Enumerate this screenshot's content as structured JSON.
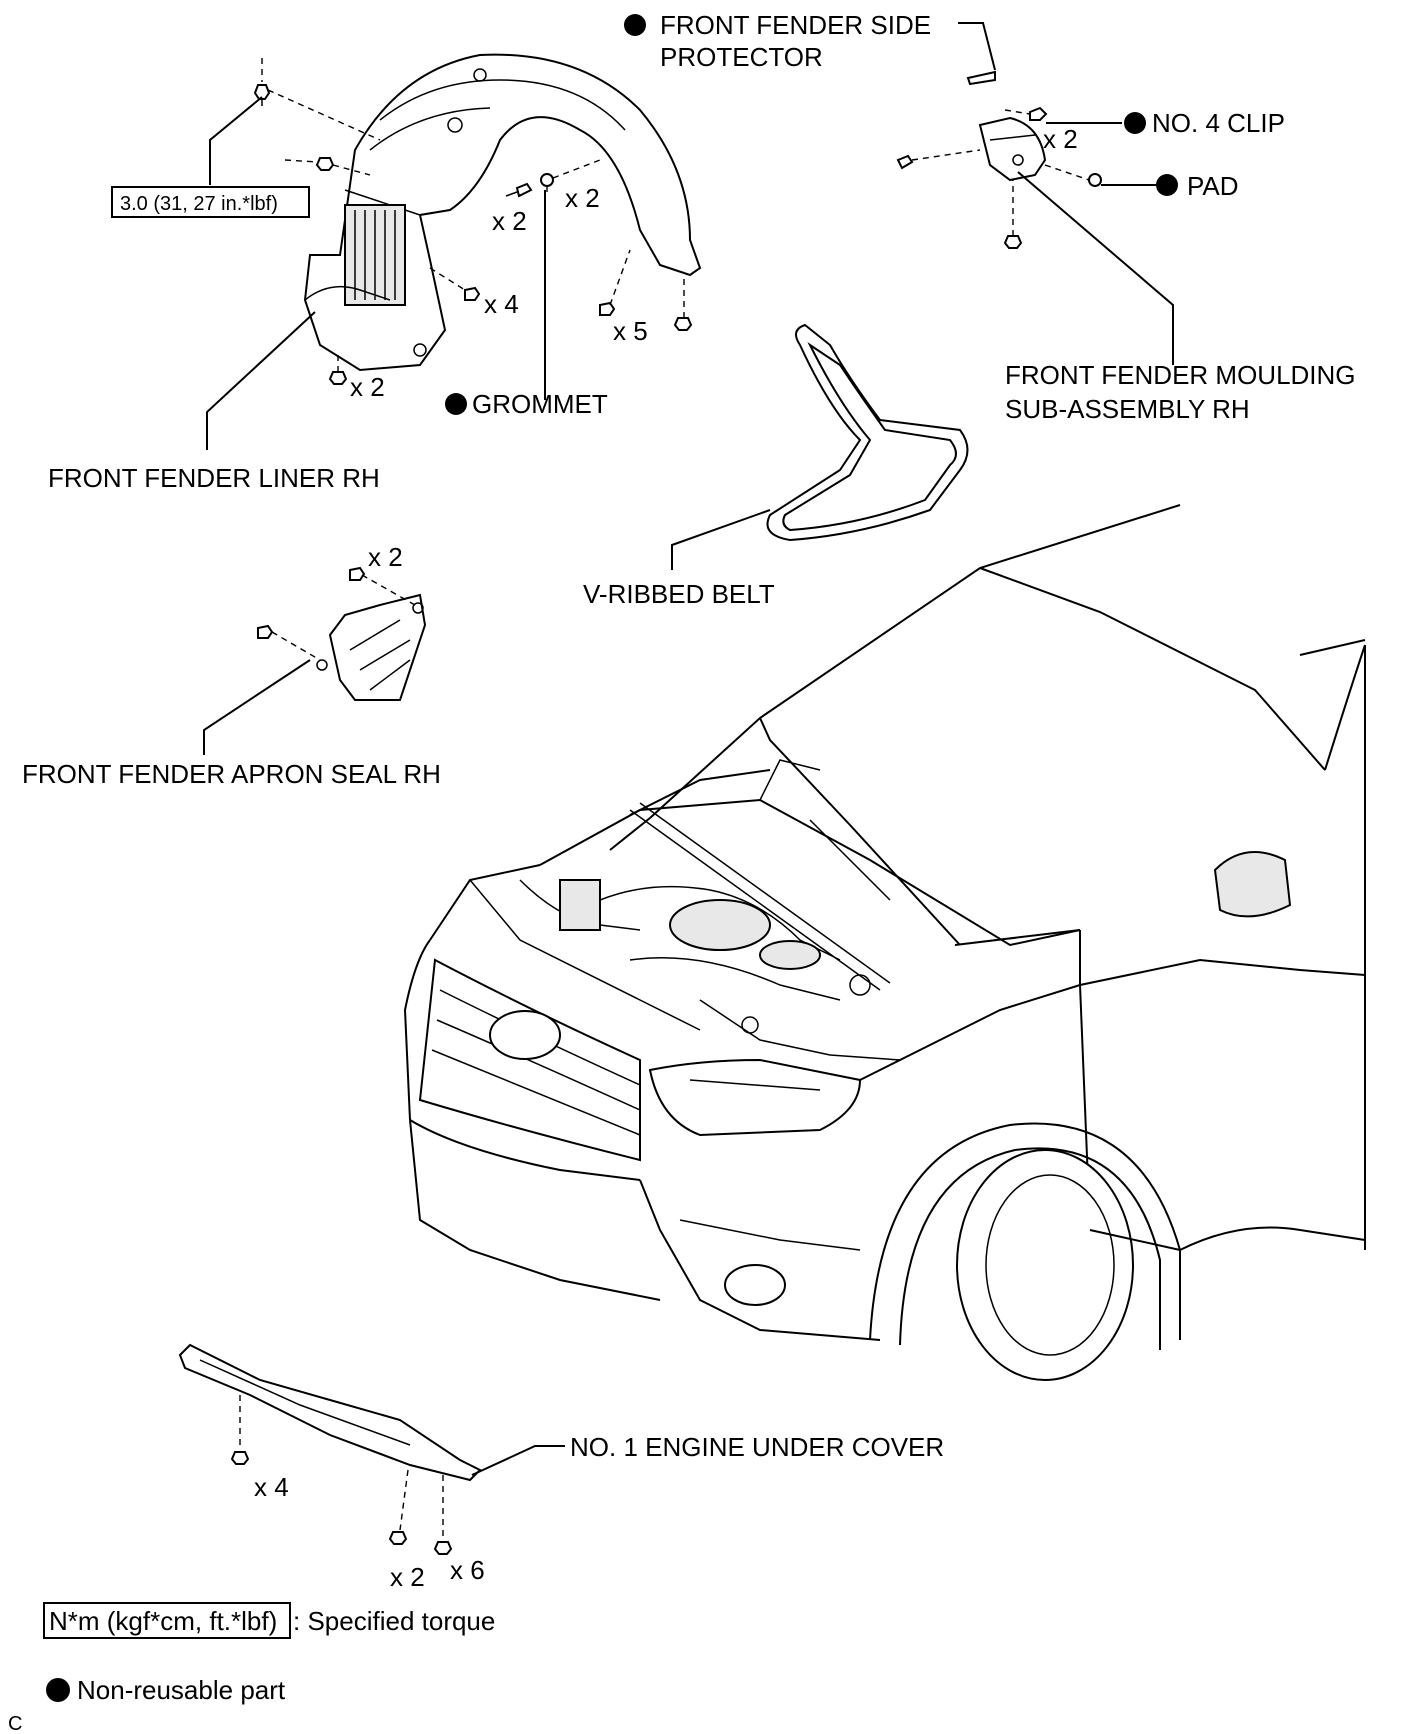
{
  "labels": {
    "side_protector": [
      "FRONT FENDER SIDE",
      "PROTECTOR"
    ],
    "no4_clip": "NO. 4 CLIP",
    "pad": "PAD",
    "moulding": [
      "FRONT FENDER MOULDING",
      "SUB-ASSEMBLY RH"
    ],
    "grommet": "GROMMET",
    "liner": "FRONT FENDER LINER RH",
    "belt": "V-RIBBED BELT",
    "apron": "FRONT FENDER APRON SEAL RH",
    "under_cover": "NO. 1 ENGINE UNDER COVER"
  },
  "torque_box": "3.0 (31, 27 in.*lbf)",
  "quantities": {
    "clip_x2": "x 2",
    "liner_grommet_a": "x 2",
    "liner_grommet_b": "x 2",
    "liner_x4": "x 4",
    "liner_x5": "x 5",
    "liner_bottom_x2": "x 2",
    "apron_x2": "x 2",
    "cover_x4": "x 4",
    "cover_x2": "x 2",
    "cover_x6": "x 6"
  },
  "legend": {
    "torque_box": "N*m (kgf*cm, ft.*lbf)",
    "torque_text": ": Specified torque",
    "nonreusable_text": "Non-reusable part"
  },
  "footer_code": "C"
}
